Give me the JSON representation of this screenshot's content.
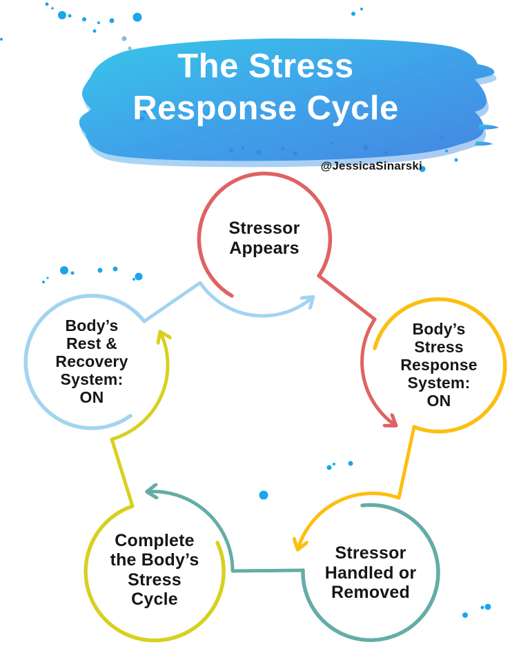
{
  "title": "The Stress\nResponse Cycle",
  "attribution": "@JessicaSinarski",
  "cycle": {
    "steps": [
      {
        "id": "stressor-appears",
        "label": "Stressor\nAppears",
        "color": "#e06262"
      },
      {
        "id": "stress-response-on",
        "label": "Body’s\nStress\nResponse\nSystem:\nON",
        "color": "#fdbe10"
      },
      {
        "id": "stressor-handled",
        "label": "Stressor\nHandled or\nRemoved",
        "color": "#64ada6"
      },
      {
        "id": "complete-cycle",
        "label": "Complete\nthe Body’s\nStress\nCycle",
        "color": "#d8d021"
      },
      {
        "id": "rest-recovery-on",
        "label": "Body’s\nRest &\nRecovery\nSystem:\nON",
        "color": "#a3d3f1"
      }
    ],
    "flow": [
      {
        "from": "Stressor Appears",
        "to": "Body’s Stress Response System: ON",
        "arrow_color": "#e06262"
      },
      {
        "from": "Body’s Stress Response System: ON",
        "to": "Stressor Handled or Removed",
        "arrow_color": "#fdbe10"
      },
      {
        "from": "Stressor Handled or Removed",
        "to": "Complete the Body’s Stress Cycle",
        "arrow_color": "#64ada6"
      },
      {
        "from": "Complete the Body’s Stress Cycle",
        "to": "Body’s Rest & Recovery System: ON",
        "arrow_color": "#d8d021"
      },
      {
        "from": "Body’s Rest & Recovery System: ON",
        "to": "Stressor Appears",
        "arrow_color": "#a3d3f1"
      }
    ]
  },
  "colors": {
    "red": "#e06262",
    "yellow": "#fdbe10",
    "teal": "#64ada6",
    "green": "#d8d021",
    "blue": "#a3d3f1",
    "splatter": "#1aa6ea",
    "speckle": "#2f7fd0",
    "brush-1": "#38c6e9",
    "brush-2": "#3fa3e9",
    "brush-3": "#4486e2",
    "ink": "#161616",
    "title-text": "#ffffff"
  }
}
